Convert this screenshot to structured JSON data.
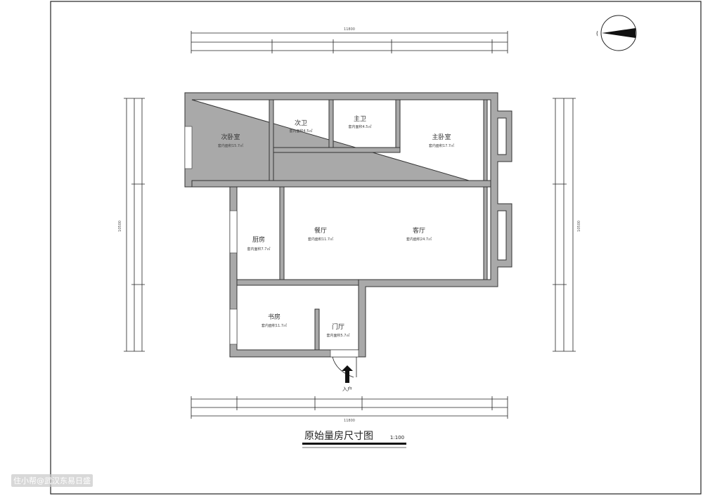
{
  "title": "原始量房尺寸图",
  "scale": "1:100",
  "entrance_label": "入户",
  "watermark": "住小帮@武汉东易日盛",
  "rooms": [
    {
      "name": "次卧室",
      "area": "套内面积15.7㎡"
    },
    {
      "name": "次卫",
      "area": "套内面积4.5㎡"
    },
    {
      "name": "主卫",
      "area": "套内面积4.5㎡"
    },
    {
      "name": "主卧室",
      "area": "套内面积17.7㎡"
    },
    {
      "name": "厨房",
      "area": "套内面积7.7㎡"
    },
    {
      "name": "餐厅",
      "area": "套内面积11.7㎡"
    },
    {
      "name": "客厅",
      "area": "套内面积24.7㎡"
    },
    {
      "name": "书房",
      "area": "套内面积11.7㎡"
    },
    {
      "name": "门厅",
      "area": "套内面积5.7㎡"
    }
  ],
  "dimensions": {
    "top_total": "11800",
    "bottom_total": "11800",
    "left_total": "10500",
    "right_total": "10500"
  },
  "colors": {
    "wall": "#a9a9a9",
    "line": "#222222"
  }
}
